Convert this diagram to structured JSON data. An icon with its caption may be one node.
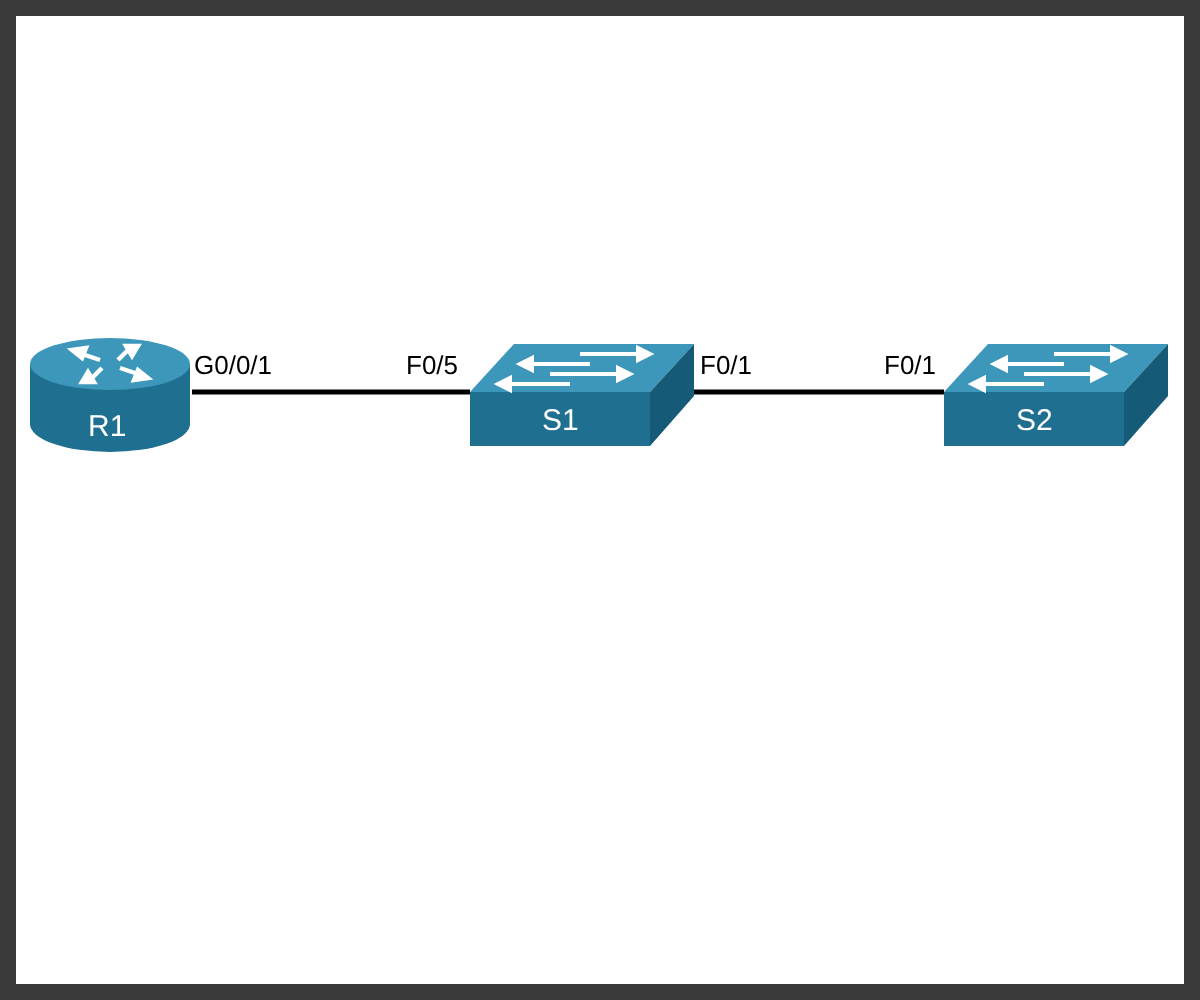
{
  "diagram": {
    "nodes": [
      {
        "text": [
          "R1"
        ]
      },
      {
        "text": [
          "S1"
        ]
      },
      {
        "text": [
          "S2"
        ]
      }
    ],
    "edges": [
      {
        "from": 0,
        "to": 1,
        "arrow": "none"
      },
      {
        "from": 1,
        "to": 2,
        "arrow": "none"
      }
    ],
    "labels": [
      "G0/0/1",
      "F0/5",
      "F0/1",
      "F0/1"
    ]
  }
}
